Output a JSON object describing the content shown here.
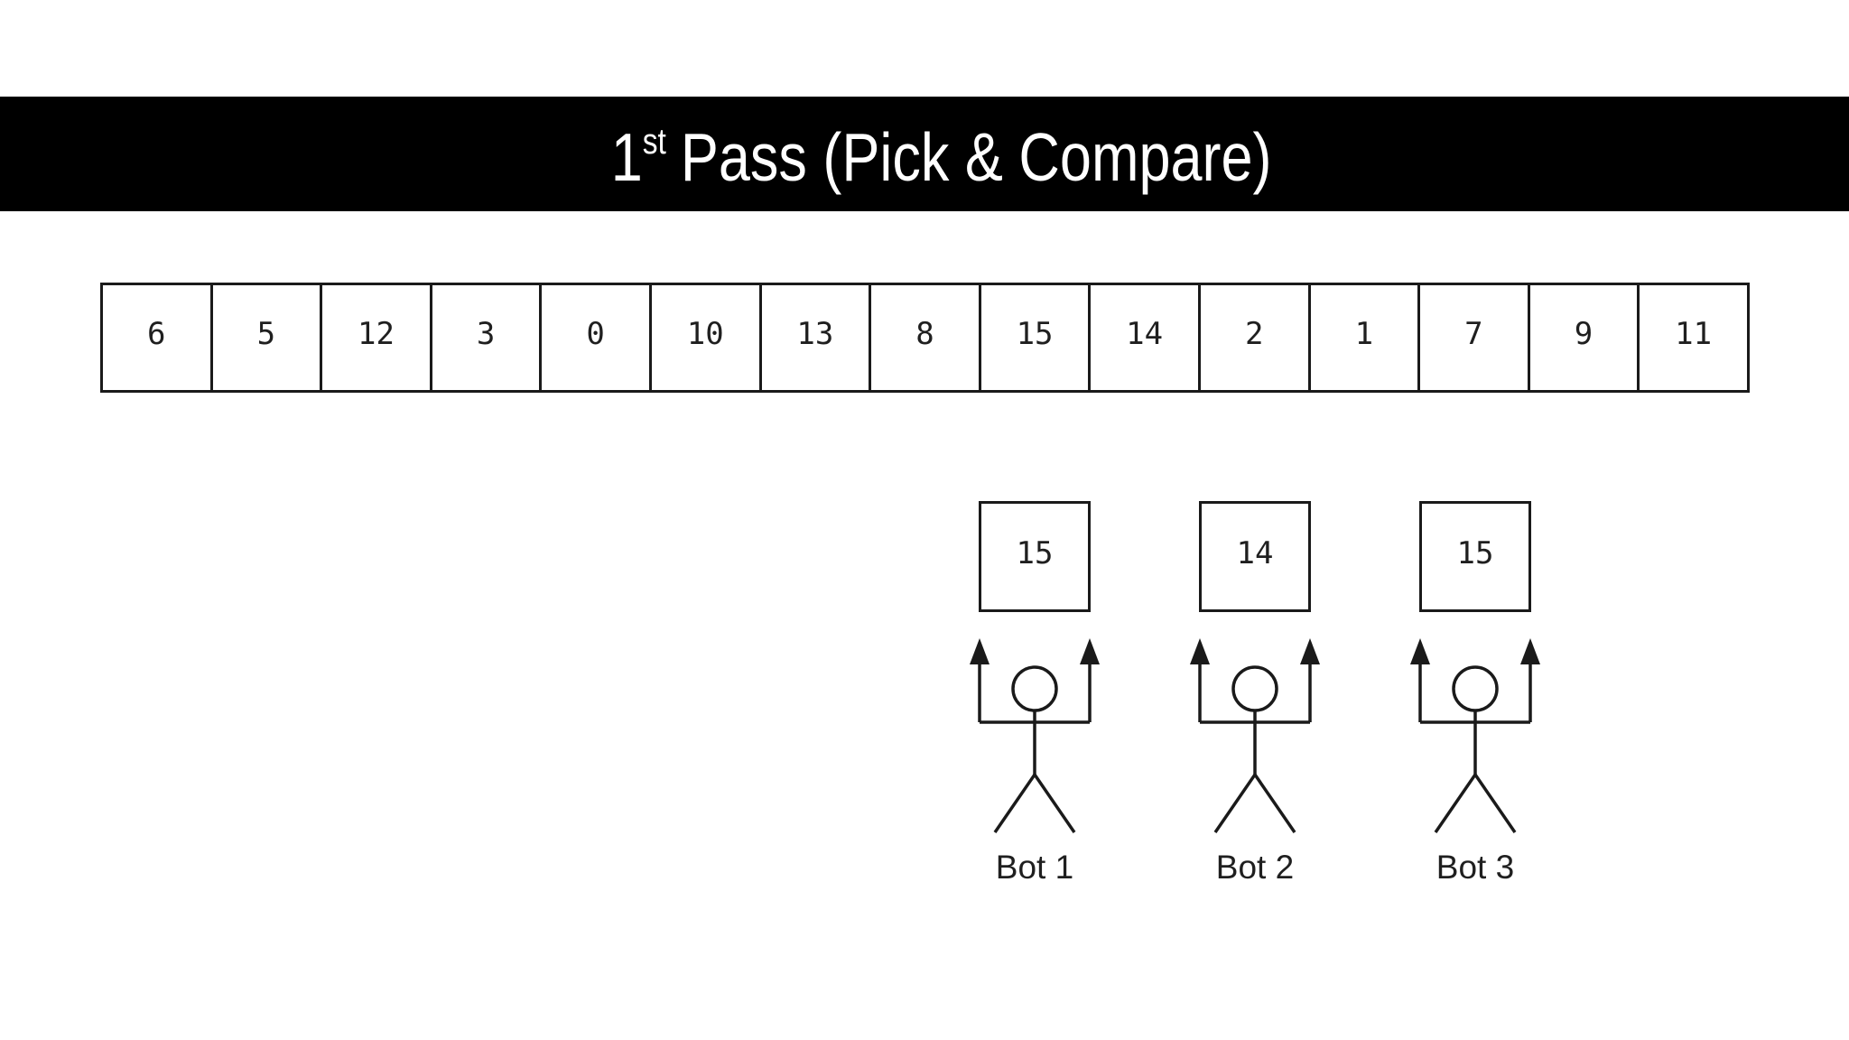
{
  "title": {
    "number": "1",
    "ordinal_suffix": "st",
    "rest": "Pass (Pick & Compare)"
  },
  "array": {
    "values": [
      "6",
      "5",
      "12",
      "3",
      "0",
      "10",
      "13",
      "8",
      "15",
      "14",
      "2",
      "1",
      "7",
      "9",
      "11"
    ]
  },
  "bots": [
    {
      "label": "Bot 1",
      "held_value": "15"
    },
    {
      "label": "Bot 2",
      "held_value": "14"
    },
    {
      "label": "Bot 3",
      "held_value": "15"
    }
  ],
  "colors": {
    "banner_background": "#000000",
    "title_text": "#ffffff",
    "line": "#1a1a1a",
    "digits": "#1f1f1f",
    "page_background": "#ffffff"
  }
}
